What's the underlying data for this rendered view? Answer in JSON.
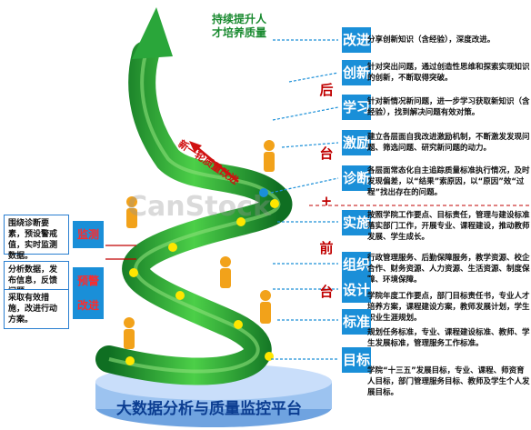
{
  "goal": "持续提升人\n才培养质量",
  "cycle_label": "新一轮质量改进",
  "watermark": "CanStock",
  "platform": "大数据分析与质量监控平台",
  "colors": {
    "accent": "#1a8fd8",
    "red": "#c00000",
    "green": "#2aa63a"
  },
  "steps": [
    {
      "tag": "改进",
      "desc": "分享创新知识（含经验），深度改进。"
    },
    {
      "tag": "创新",
      "desc": "针对突出问题，通过创造性思维和探索实现知识的创新，不断取得突破。"
    },
    {
      "tag": "学习",
      "desc": "针对新情况新问题，进一步学习获取新知识（含经验），找到解决问题有效对策。"
    },
    {
      "tag": "激励",
      "desc": "建立各层面自我改进激励机制，不断激发发现问题、筛选问题、研究新问题的动力。"
    },
    {
      "tag": "诊断",
      "desc": "各层面常态化自主追踪质量标准执行情况，及时发现偏差，以“结果”索原因，以“原因”效“过程”找出存在的问题。"
    },
    {
      "tag": "实施",
      "desc": "按照学院工作要点、目标责任，管理与建设标准落实部门工作，开展专业、课程建设，推动教师发展、学生成长。"
    },
    {
      "tag": "组织",
      "desc": "行政管理服务、后勤保障服务，教学资源、校企合作、财务资源、人力资源、生活资源、制度保障、环境保障。"
    },
    {
      "tag": "设计",
      "desc": "学院年度工作要点，部门目标责任书，专业人才培养方案，课程建设方案，教师发展计划，学生职业生涯规划。"
    },
    {
      "tag": "标准",
      "desc": "规划任务标准，专业、课程建设标准、教师、学生发展标准，管理服务工作标准。"
    },
    {
      "tag": "目标",
      "desc": "学院“十三五”发展目标，专业、课程、师资育人目标，部门管理服务目标、教师及学生个人发展目标。"
    }
  ],
  "middle_labels": [
    "后",
    "台",
    "+",
    "前",
    "台"
  ],
  "left_items": [
    {
      "text": "围绕诊断要素，预设警戒值，实时监测数据。",
      "tag": "监测"
    },
    {
      "text": "分析数据，发布信息，反馈问题。",
      "tag": "预警"
    },
    {
      "text": "采取有效措施，改进行动方案。",
      "tag": "改进"
    }
  ]
}
